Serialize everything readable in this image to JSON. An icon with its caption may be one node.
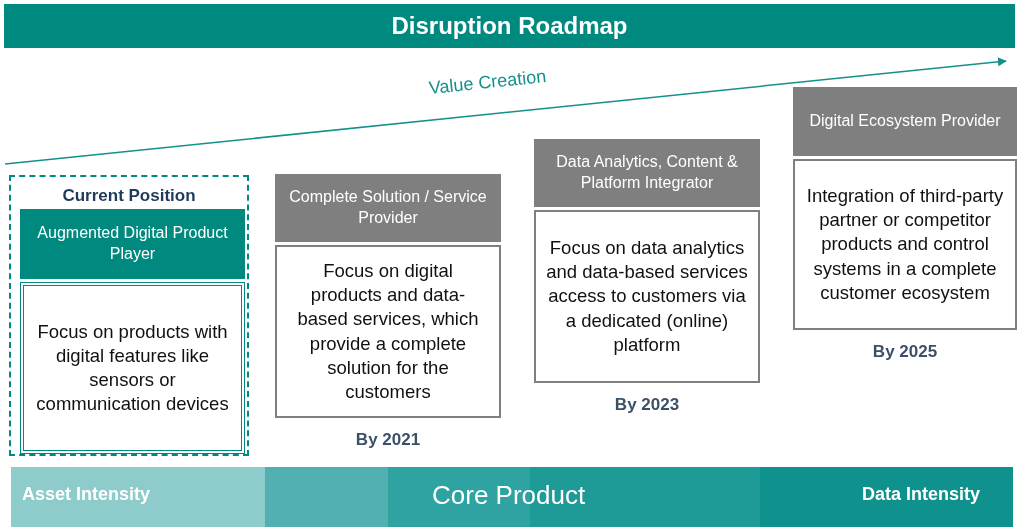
{
  "diagram": {
    "title": "Disruption Roadmap",
    "nodes": [
      {
        "text": [
          "Current Position"
        ]
      },
      {
        "text": [
          "Augmented Digital Product Player"
        ],
        "in": 0
      },
      {
        "text": [
          "Focus on products with digital features like sensors or communication devices"
        ],
        "in": 0
      },
      {
        "text": [
          "Complete Solution / Service Provider"
        ]
      },
      {
        "text": [
          "Focus on digital products and data-based services, which provide a complete solution for the customers"
        ],
        "beside": [
          "By 2021"
        ]
      },
      {
        "text": [
          "Data Analytics, Content & Platform Integrator"
        ]
      },
      {
        "text": [
          "Focus on data analytics and data-based services access to customers via a dedicated (online) platform"
        ],
        "beside": [
          "By 2023"
        ]
      },
      {
        "text": [
          "Digital Ecosystem Provider"
        ]
      },
      {
        "text": [
          "Integration of third-party partner or competitor products and control systems in a complete customer ecosystem"
        ],
        "beside": [
          "By 2025"
        ]
      }
    ],
    "labels": [
      "Value Creation",
      "Asset Intensity",
      "Core Product",
      "Data Intensity"
    ]
  }
}
